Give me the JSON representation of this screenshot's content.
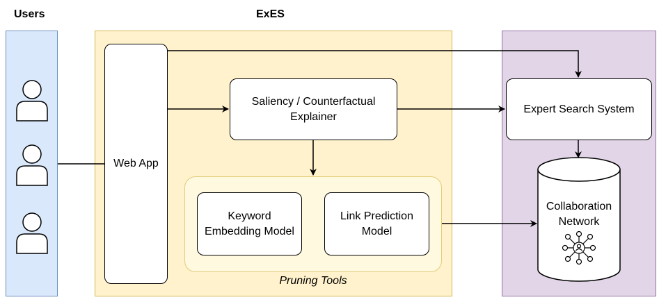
{
  "headers": {
    "users": "Users",
    "exes": "ExES"
  },
  "nodes": {
    "web_app": "Web App",
    "explainer": "Saliency / Counterfactual\nExplainer",
    "keyword_model": "Keyword\nEmbedding Model",
    "link_model": "Link Prediction\nModel",
    "expert_search": "Expert Search System",
    "collab_network": "Collaboration\nNetwork"
  },
  "groups": {
    "pruning_tools": "Pruning Tools"
  },
  "colors": {
    "users_fill": "#dae8fc",
    "users_border": "#6c8ebf",
    "exes_fill": "#fff2cc",
    "exes_border": "#d6b656",
    "pruning_fill": "#fff9e0",
    "pruning_border": "#e3cc7a",
    "system_fill": "#e1d5e7",
    "system_border": "#9673a6"
  },
  "icons": {
    "user": "user-icon",
    "network": "network-icon"
  }
}
